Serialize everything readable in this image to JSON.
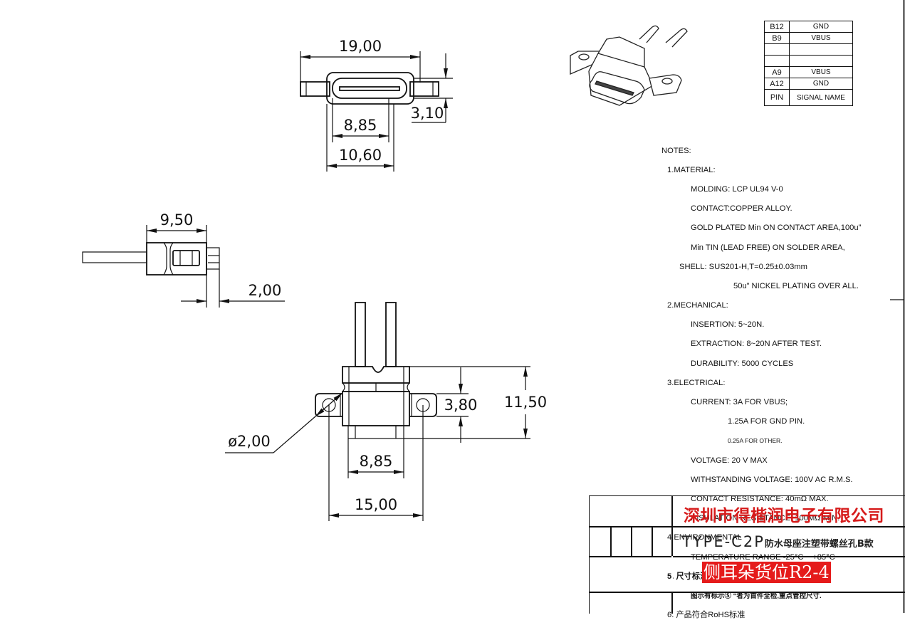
{
  "drawing": {
    "front_view_dims": {
      "overall_width": "19,00",
      "height": "3,10",
      "port_width": "8,85",
      "shell_width": "10,60"
    },
    "side_view_dims": {
      "body_length": "9,50",
      "overhang": "2,00"
    },
    "top_view_dims": {
      "hole_diameter": "ø2,00",
      "flange_height": "3,80",
      "total_height": "11,50",
      "port_width": "8,85",
      "hole_pitch": "15,00"
    }
  },
  "pin_table": {
    "rows": [
      {
        "pin": "B12",
        "signal": "GND"
      },
      {
        "pin": "B9",
        "signal": "VBUS"
      },
      {
        "pin": "",
        "signal": ""
      },
      {
        "pin": "",
        "signal": ""
      },
      {
        "pin": "A9",
        "signal": "VBUS"
      },
      {
        "pin": "A12",
        "signal": "GND"
      }
    ],
    "header": {
      "pin": "PIN",
      "signal": "SIGNAL  NAME"
    }
  },
  "notes": {
    "title": "NOTES:",
    "material": {
      "heading": "1.MATERIAL:",
      "molding": "MOLDING: LCP UL94 V-0",
      "contact": "CONTACT:COPPER ALLOY.",
      "gold": "GOLD PLATED Min ON CONTACT AREA,100u”",
      "tin": "Min TIN (LEAD FREE) ON SOLDER AREA,",
      "shell": "SHELL: SUS201-H,T=0.25±0.03mm",
      "nickel": "50u” NICKEL PLATING OVER ALL."
    },
    "mechanical": {
      "heading": "2.MECHANICAL:",
      "insertion": "INSERTION: 5~20N.",
      "extraction": "EXTRACTION: 8~20N AFTER TEST.",
      "durability": "DURABILITY: 5000 CYCLES"
    },
    "electrical": {
      "heading": "3.ELECTRICAL:",
      "current": "CURRENT: 3A FOR VBUS;",
      "current_gnd": "1.25A FOR GND PIN.",
      "current_other": "0.25A FOR OTHER.",
      "voltage": "VOLTAGE: 20 V MAX",
      "withstanding": "WITHSTANDING VOLTAGE: 100V AC R.M.S.",
      "contact_resistance": "CONTACT RESISTANCE: 40mΩ MAX.",
      "insulation": "INSULATION RESISTANCE: 100MΩ MIN."
    },
    "environmental": {
      "heading": "4.ENVIRONMENTAL",
      "temperature": "TEMPERATURE RANGE -25°C ~ +85°C"
    },
    "note5_heading": "5. 尺寸标注事项:",
    "note5_body": "图示有标示Ⓢ “者为首件全检,重点管控尺寸.",
    "note6": "6. 产品符合RoHS标准"
  },
  "title_block": {
    "company": "深圳市得楷润电子有限公司",
    "model_en": "TYPE-C2P",
    "model_cn": "防水母座注塑带螺丝孔B款",
    "stock_location": "侧耳朵货位R2-4"
  },
  "colors": {
    "company_text": "#d61b1b",
    "stock_bg": "#e51b1b",
    "line": "#111111"
  }
}
